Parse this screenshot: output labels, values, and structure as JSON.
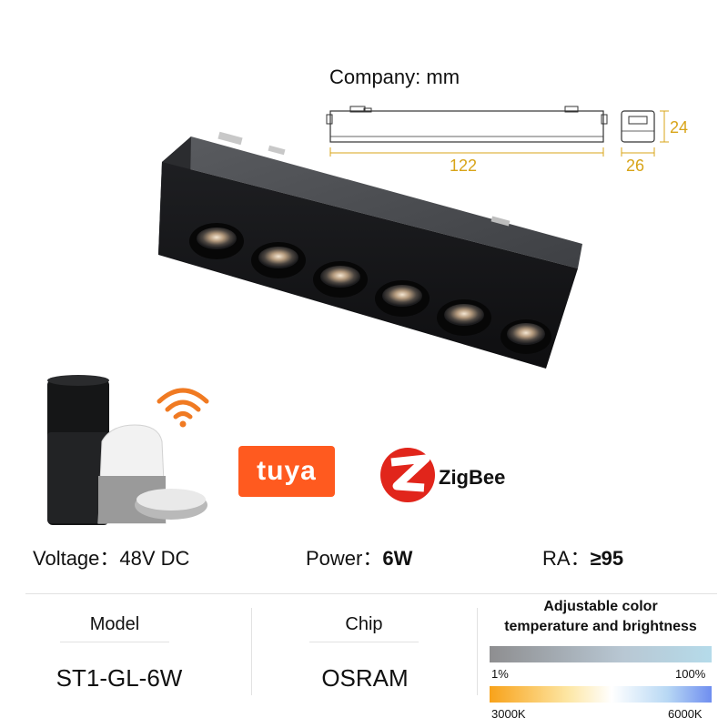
{
  "dimensions": {
    "title": "Company: mm",
    "length": "122",
    "width": "26",
    "height": "24"
  },
  "logos": {
    "tuya": "tuya",
    "zigbee": "ZigBee"
  },
  "specs": {
    "voltage_label": "Voltage：",
    "voltage_value": "48V DC",
    "power_label": "Power：",
    "power_value": "6W",
    "ra_label": "RA：",
    "ra_value": "≥95"
  },
  "table": {
    "model_header": "Model",
    "model_value": "ST1-GL-6W",
    "chip_header": "Chip",
    "chip_value": "OSRAM",
    "adjustable_line1": "Adjustable color",
    "adjustable_line2": "temperature and brightness",
    "brightness_min": "1%",
    "brightness_max": "100%",
    "cct_min": "3000K",
    "cct_max": "6000K"
  },
  "colors": {
    "dimension_accent": "#d8a418",
    "tuya_orange": "#ff5a1f",
    "zigbee_red": "#e1251b",
    "wifi_orange": "#f07a22"
  },
  "icons": [
    "wifi-icon",
    "smart-speaker-icon",
    "tuya-logo",
    "zigbee-logo"
  ]
}
